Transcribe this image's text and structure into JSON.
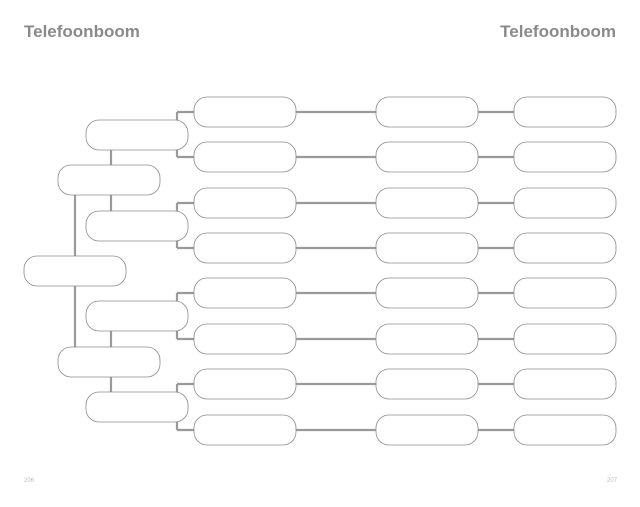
{
  "header": {
    "title_left": "Telefoonboom",
    "title_right": "Telefoonboom"
  },
  "footer": {
    "page_left": "206",
    "page_right": "207"
  },
  "tree": {
    "levels": [
      1,
      2,
      4,
      8,
      8,
      8
    ]
  }
}
